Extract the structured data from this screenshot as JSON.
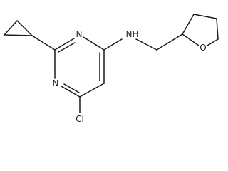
{
  "molecule": {
    "atoms": {
      "n_upper": "N",
      "n_lower": "N",
      "nh": "N",
      "h_of_nh": "H",
      "o_ring": "O",
      "cl": "Cl"
    }
  }
}
